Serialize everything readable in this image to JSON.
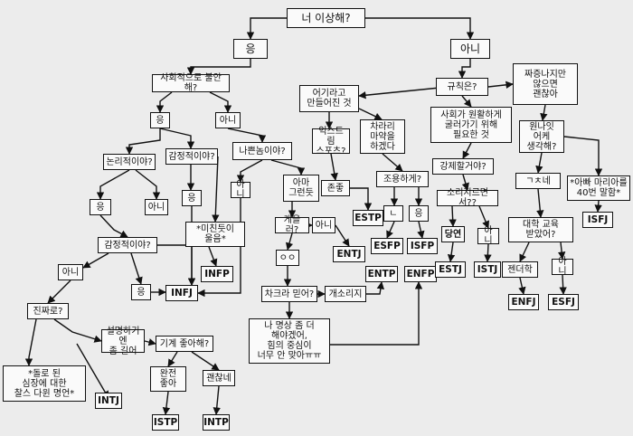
{
  "flowchart": {
    "start": "너 이상해?",
    "yes_1": "응",
    "no_1": "아니",
    "social_anxiety": "사회적으로 불안해?",
    "yes_2": "응",
    "no_2": "아니",
    "bad_person": "나쁜놈이야?",
    "no_bad": "아니",
    "maybe": "아마\n그런듯",
    "logical": "논리적이야?",
    "emotional_1": "감정적이야?",
    "yes_logic": "응",
    "no_logic": "아니",
    "yes_emo": "응",
    "crazy": "*미친듯이\n울음*",
    "emotional_2": "감정적이야?",
    "infp": "INFP",
    "infj": "INFJ",
    "yes_bottom": "응",
    "no_left": "아니",
    "really": "진짜로?",
    "explain": "설명하기엔\n좀 길어",
    "machine": "기계 좋아해?",
    "perfect": "완전\n좋아",
    "okay": "괜찮네",
    "istp": "ISTP",
    "intp": "INTP",
    "quote": "*돌로 된\n심장에 대한\n찰스 다윈 명언*",
    "intj": "INTJ",
    "lazy": "게을러?",
    "no_lazy": "아니",
    "entj": "ENTJ",
    "oo": "ㅇㅇ",
    "chakra": "차크라 믿어?",
    "nonsense": "개소리지",
    "entp": "ENTP",
    "enfp": "ENFP",
    "meditate": "나 명상 좀 더\n해야겠어,\n힘의 중심이\n너무 안 맞아ㅠㅠ",
    "made_up": "어기라고\n만들어진 것",
    "extreme": "익스트림\n스포츠?",
    "rather": "차라리\n마약을\n하겠다",
    "respect": "존좋",
    "estp": "ESTP",
    "quiet": "조용하게?",
    "nieun": "ㄴ",
    "yes_quiet": "응",
    "esfp": "ESFP",
    "isfp": "ISFP",
    "rules": "규칙은?",
    "society": "사회가 원활하게\n굴러가기 위해\n필요한 것",
    "force": "강제할거야?",
    "yell": "소리지르면서??",
    "sure": "당연",
    "no_yell": "아니",
    "estj": "ESTJ",
    "istj": "ISTJ",
    "annoyed": "짜증나지만\n않으면\n괜찮아",
    "what_think": "원나잇\n어케\n생각해?",
    "gnye": "ㄱㅊ네",
    "dad": "*아빠 마리아를\n40번 말함*",
    "isfj": "ISFJ",
    "college": "대학 교육\n받았어?",
    "gender": "젠더학",
    "no_college": "아니",
    "enfj": "ENFJ",
    "esfj": "ESFJ"
  }
}
